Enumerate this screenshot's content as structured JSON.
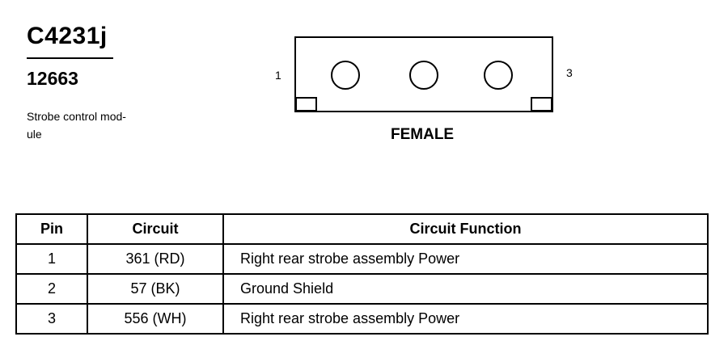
{
  "connector": {
    "id": "C4231j",
    "part_number": "12663",
    "description_lines": [
      "Strobe control mod-",
      "ule"
    ],
    "pin_left_label": "1",
    "pin_right_label": "3",
    "gender": "FEMALE",
    "cavity_count": 3
  },
  "table": {
    "headers": [
      "Pin",
      "Circuit",
      "Circuit Function"
    ],
    "rows": [
      [
        "1",
        "361 (RD)",
        "Right rear strobe assembly Power"
      ],
      [
        "2",
        "57 (BK)",
        "Ground Shield"
      ],
      [
        "3",
        "556 (WH)",
        "Right rear strobe assembly Power"
      ]
    ]
  }
}
